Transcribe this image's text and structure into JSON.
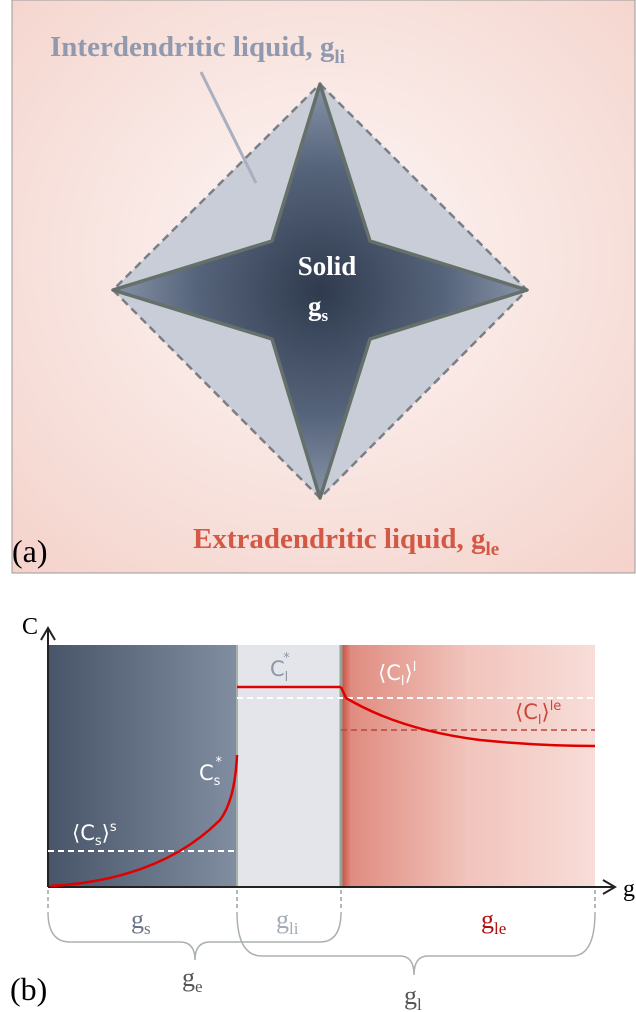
{
  "panel_a": {
    "label": "(a)",
    "interdendritic_label": "Interdendritic liquid, g",
    "interdendritic_sub": "li",
    "solid_label": "Solid",
    "solid_frac": "g",
    "solid_frac_sub": "s",
    "extradendritic_label": "Extradendritic liquid, g",
    "extradendritic_sub": "le",
    "colors": {
      "background": "#f6dcd6",
      "envelope": "#c7ccd6",
      "solid": "#5d6b80",
      "extradendritic_text": "#d25a48",
      "interdendritic_text": "#8e97ad"
    }
  },
  "panel_b": {
    "label": "(b)",
    "y_axis": "C",
    "x_axis": "g",
    "c_l_star": "C",
    "c_l_star_sub": "l",
    "c_l_star_sup": "*",
    "c_s_star": "C",
    "c_s_star_sub": "s",
    "c_s_star_sup": "*",
    "avg_cs": "⟨C",
    "avg_cs_sub": "s",
    "avg_cs_close": "⟩",
    "avg_cs_sup": "s",
    "avg_cl": "⟨C",
    "avg_cl_sub": "l",
    "avg_cl_close": "⟩",
    "avg_cl_sup": "l",
    "avg_cle": "⟨C",
    "avg_cle_sub": "l",
    "avg_cle_close": "⟩",
    "avg_cle_sup": "le",
    "g_s": "g",
    "g_s_sub": "s",
    "g_li": "g",
    "g_li_sub": "li",
    "g_le": "g",
    "g_le_sub": "le",
    "g_e": "g",
    "g_e_sub": "e",
    "g_l": "g",
    "g_l_sub": "l",
    "colors": {
      "curve": "#e00000",
      "solid_dark": "#4a5568",
      "solid_light": "#7e8a9e",
      "li_region": "#e2e4ea",
      "le_dark": "#d9675a",
      "le_light": "#f6d6d0",
      "g_le_text": "#b01010"
    }
  }
}
